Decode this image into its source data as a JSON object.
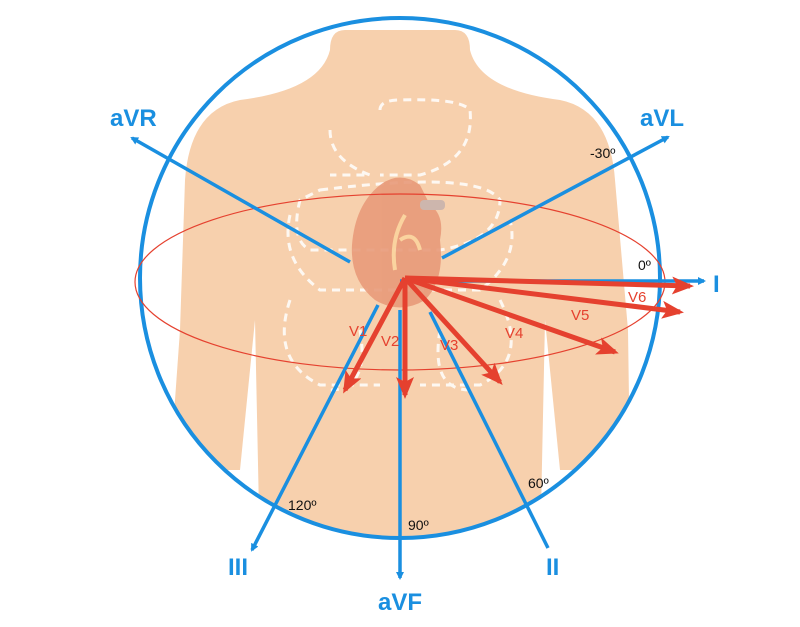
{
  "colors": {
    "limb_lead": "#1a8fe0",
    "precordial": "#e5412f",
    "skin": "#f7d0ad",
    "heart": "#e89a7a"
  },
  "limb_leads": {
    "aVR": "aVR",
    "aVL": "aVL",
    "I": "I",
    "II": "II",
    "III": "III",
    "aVF": "aVF"
  },
  "angles": {
    "a_m30": "-30º",
    "a_0": "0º",
    "a_60": "60º",
    "a_90": "90º",
    "a_120": "120º"
  },
  "precordial": {
    "v1": "V1",
    "v2": "V2",
    "v3": "V3",
    "v4": "V4",
    "v5": "V5",
    "v6": "V6"
  }
}
